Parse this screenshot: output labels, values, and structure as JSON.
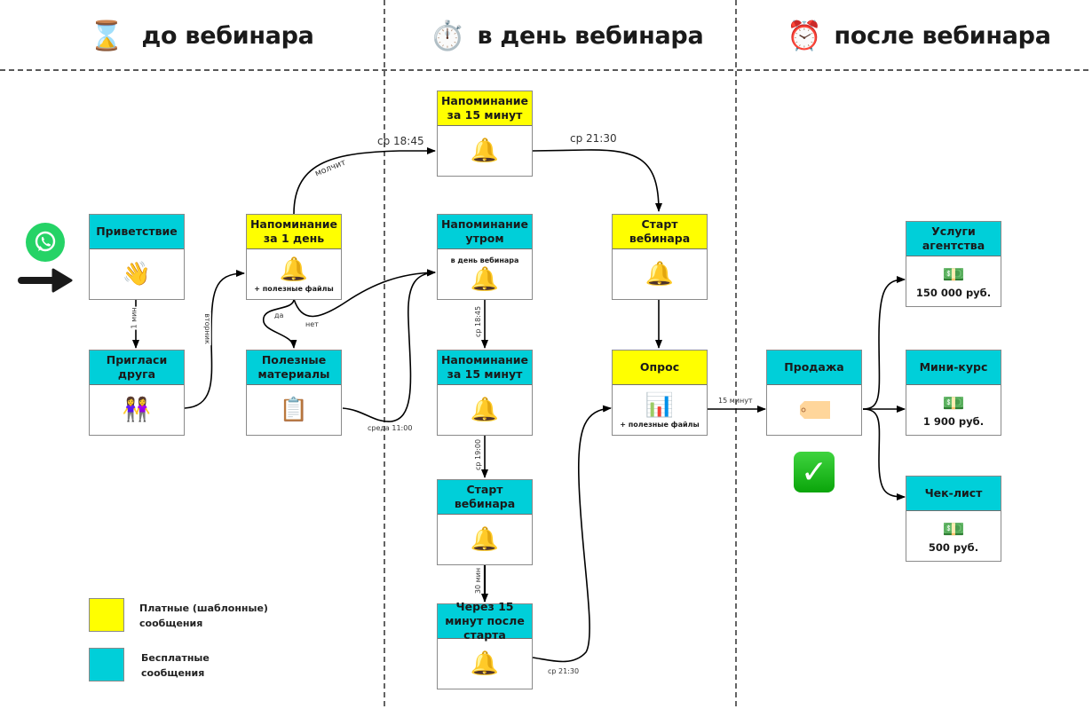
{
  "phases": [
    {
      "title": "до вебинара",
      "icon": "hourglass-icon",
      "emoji": "⌛"
    },
    {
      "title": "в день вебинара",
      "icon": "stopwatch-icon",
      "emoji": "⏱️"
    },
    {
      "title": "после вебинара",
      "icon": "alarm-clock-icon",
      "emoji": "⏰"
    }
  ],
  "colors": {
    "paid": "#ffff00",
    "free": "#00cfd9",
    "whatsapp": "#25d366"
  },
  "nodes": {
    "greeting": {
      "title": "Приветствие",
      "type": "free",
      "icon": "waving-hand-icon",
      "emoji": "👋"
    },
    "invite": {
      "title": "Пригласи друга",
      "type": "free",
      "icon": "two-women-icon",
      "emoji": "👭"
    },
    "reminder_day": {
      "title": "Напоминание за 1 день",
      "type": "paid",
      "icon": "bell-icon",
      "emoji": "🔔",
      "note": "+ полезные файлы"
    },
    "materials": {
      "title": "Полезные материалы",
      "type": "free",
      "icon": "clipboard-icon",
      "emoji": "📋"
    },
    "reminder15_paid": {
      "title": "Напоминание за 15 минут",
      "type": "paid",
      "icon": "bell-icon",
      "emoji": "🔔"
    },
    "reminder_morning": {
      "title": "Напоминание утром",
      "type": "free",
      "icon": "bell-icon",
      "emoji": "🔔",
      "note": "в день вебинара"
    },
    "reminder15_free": {
      "title": "Напоминание за 15 минут",
      "type": "free",
      "icon": "bell-icon",
      "emoji": "🔔"
    },
    "start_free": {
      "title": "Старт вебинара",
      "type": "free",
      "icon": "bell-icon",
      "emoji": "🔔"
    },
    "after15": {
      "title": "Через 15 минут после старта",
      "type": "free",
      "icon": "bell-icon",
      "emoji": "🔔"
    },
    "start_paid": {
      "title": "Старт вебинара",
      "type": "paid",
      "icon": "bell-icon",
      "emoji": "🔔"
    },
    "poll": {
      "title": "Опрос",
      "type": "paid",
      "icon": "bar-chart-icon",
      "emoji": "📊",
      "note": "+ полезные файлы"
    },
    "sale": {
      "title": "Продажа",
      "type": "free",
      "icon": "price-tag-icon",
      "emoji": "🏷️"
    },
    "agency": {
      "title": "Услуги агентства",
      "type": "free",
      "icon": "money-icon",
      "emoji": "💵",
      "price": "150 000 руб."
    },
    "minicourse": {
      "title": "Мини-курс",
      "type": "free",
      "icon": "money-icon",
      "emoji": "💵",
      "price": "1 900 руб."
    },
    "checklist": {
      "title": "Чек-лист",
      "type": "free",
      "icon": "money-icon",
      "emoji": "💵",
      "price": "500 руб."
    }
  },
  "edge_labels": {
    "greeting_invite": "1 мин",
    "invite_reminder": "вторник",
    "silent": "молчит",
    "wed1845_top": "ср 18:45",
    "wed2130_top": "ср 21:30",
    "yes": "да",
    "no": "нет",
    "wed1100": "среда 11:00",
    "wed1845_v": "ср 18:45",
    "wed1900": "ср 19:00",
    "min30": "30 мин",
    "wed2130_bottom": "ср 21:30",
    "min15": "15 минут"
  },
  "legend": [
    {
      "label": "Платные (шаблонные) сообщения",
      "line1": "Платные (шаблонные)",
      "line2": "сообщения",
      "type": "paid"
    },
    {
      "label": "Бесплатные сообщения",
      "line1": "Бесплатные",
      "line2": "сообщения",
      "type": "free"
    }
  ]
}
